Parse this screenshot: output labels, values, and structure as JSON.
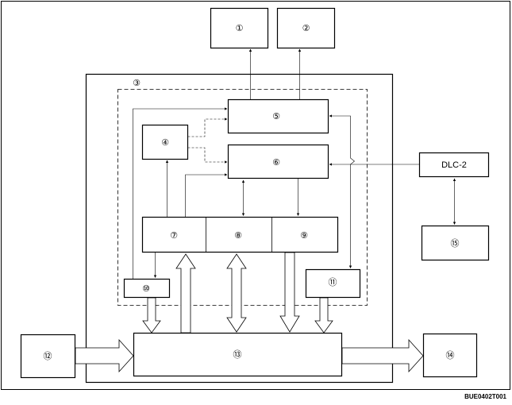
{
  "labels": {
    "b1": "①",
    "b2": "②",
    "b3": "③",
    "b4": "④",
    "b5": "⑤",
    "b6": "⑥",
    "b7": "⑦",
    "b8": "⑧",
    "b9": "⑨",
    "b10": "⑩",
    "b11": "⑪",
    "b12": "⑫",
    "b13": "⑬",
    "b14": "⑭",
    "b15": "⑮",
    "dlc2": "DLC-2"
  },
  "figure_code": "BUE0402T001"
}
